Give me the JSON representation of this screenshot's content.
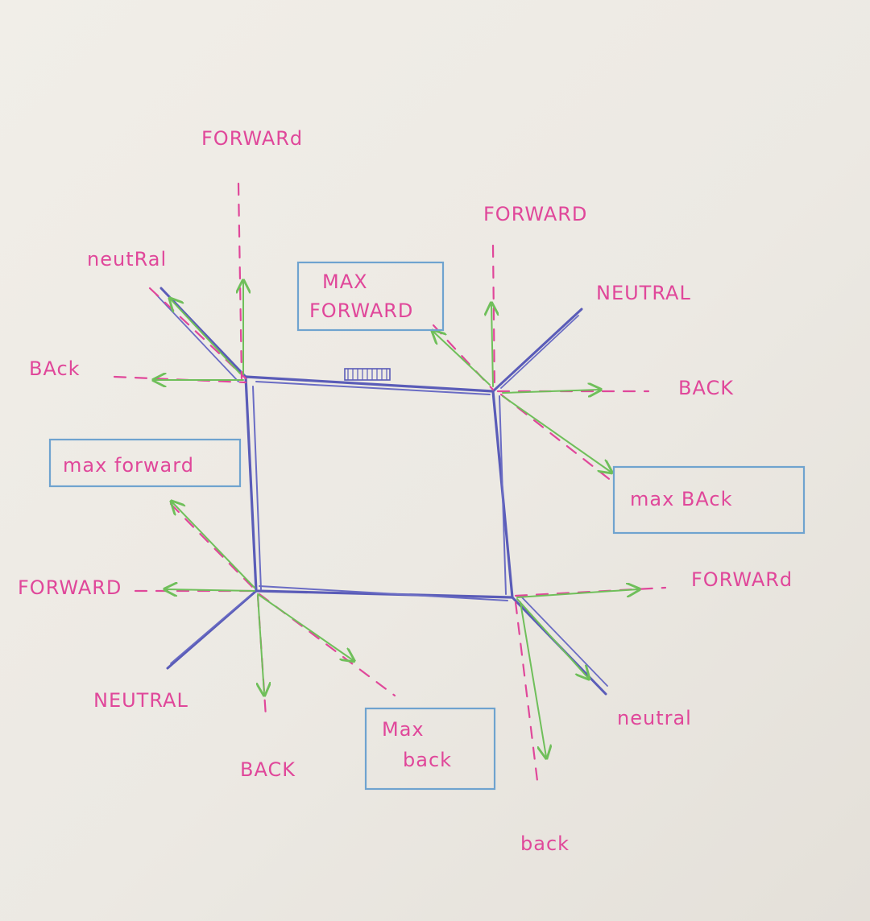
{
  "labels": {
    "top_left_forward": "FORWARd",
    "top_left_neutral": "neutRal",
    "top_left_back": "BAck",
    "top_left_max_forward_line1": "MAX",
    "top_left_max_forward_line2": "FORWARD",
    "top_right_forward": "FORWARD",
    "top_right_neutral": "NEUTRAL",
    "top_right_back": "BACK",
    "top_right_max_back": "max BAck",
    "bottom_left_max_forward": "max forward",
    "bottom_left_forward": "FORWARD",
    "bottom_left_neutral": "NEUTRAL",
    "bottom_left_back": "BACK",
    "bottom_left_max_back_line1": "Max",
    "bottom_left_max_back_line2": "back",
    "bottom_right_forward": "FORWARd",
    "bottom_right_neutral": "neutral",
    "bottom_right_back": "back"
  },
  "colors": {
    "ink_pink": "#e0479a",
    "ink_blue": "#5a5cb8",
    "ink_green": "#6fbf5a",
    "box_blue": "#6fa3cf",
    "paper": "#efece6"
  }
}
